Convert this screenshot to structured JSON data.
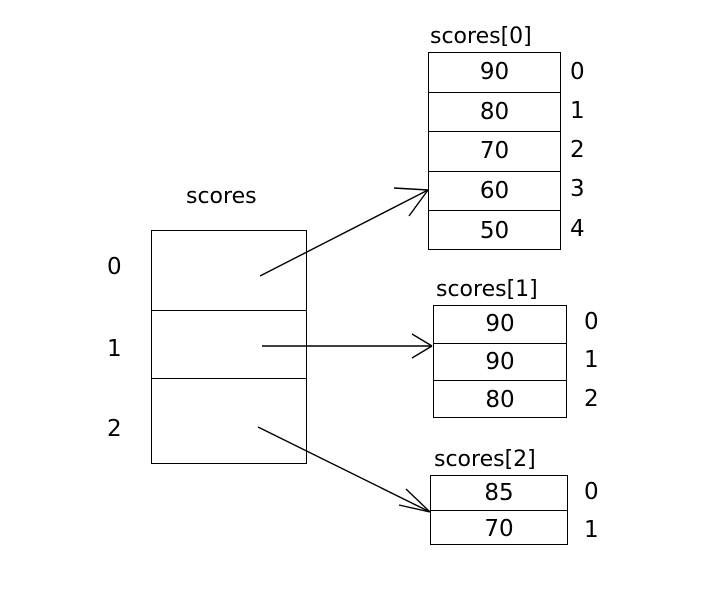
{
  "diagram": {
    "title_parent": "scores",
    "parent_indices": [
      "0",
      "1",
      "2"
    ],
    "subarrays": [
      {
        "title": "scores[0]",
        "values": [
          "90",
          "80",
          "70",
          "60",
          "50"
        ],
        "indices": [
          "0",
          "1",
          "2",
          "3",
          "4"
        ]
      },
      {
        "title": "scores[1]",
        "values": [
          "90",
          "90",
          "80"
        ],
        "indices": [
          "0",
          "1",
          "2"
        ]
      },
      {
        "title": "scores[2]",
        "values": [
          "85",
          "70"
        ],
        "indices": [
          "0",
          "1"
        ]
      }
    ],
    "arrows": [
      {
        "name": "arrow-row0-to-scores0"
      },
      {
        "name": "arrow-row1-to-scores1"
      },
      {
        "name": "arrow-row2-to-scores2"
      }
    ],
    "colors": {
      "stroke": "#000000",
      "background": "#ffffff"
    }
  }
}
